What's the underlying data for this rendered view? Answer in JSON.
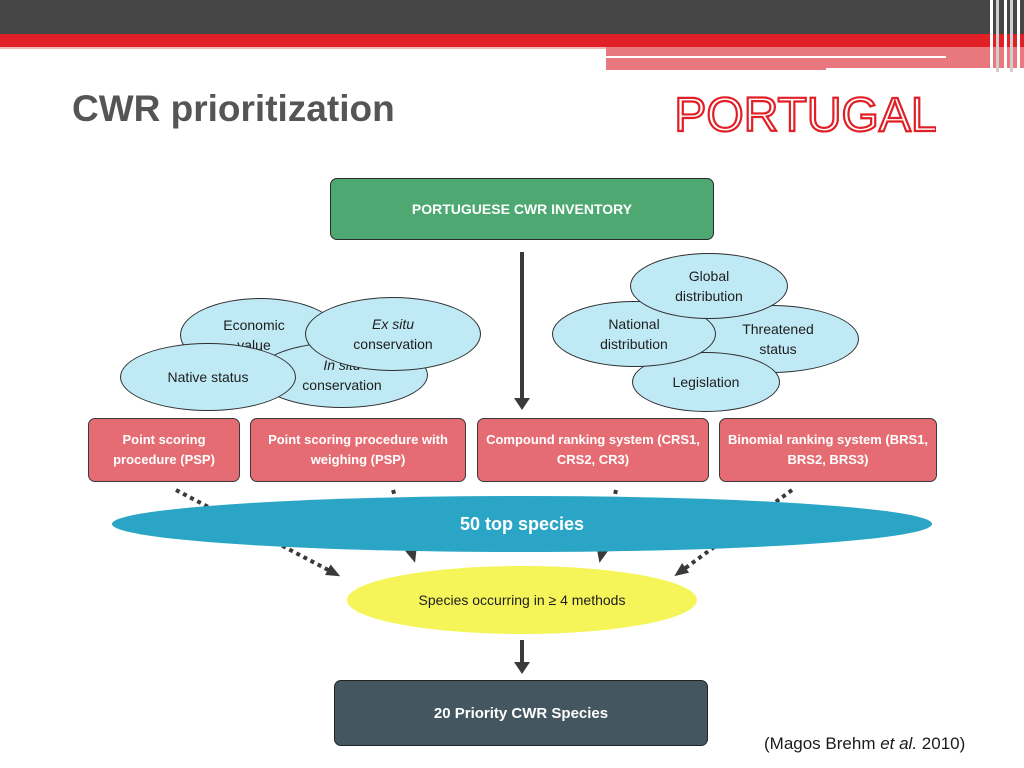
{
  "slide": {
    "title": "CWR prioritization",
    "country": "PORTUGAL",
    "citation": {
      "pre": "(Magos Brehm ",
      "italic": "et al.",
      "post": " 2010)"
    }
  },
  "diagram": {
    "inventory": "PORTUGUESE CWR INVENTORY",
    "left_criteria": {
      "economic_value": "Economic value",
      "ex_situ": {
        "italic": "Ex situ",
        "rest": "conservation"
      },
      "in_situ": {
        "italic": "In situ",
        "rest": "conservation"
      },
      "native_status": "Native status"
    },
    "right_criteria": {
      "global_distribution": "Global distribution",
      "national_distribution": "National distribution",
      "threatened_status": "Threatened status",
      "legislation": "Legislation"
    },
    "methods": [
      {
        "label": "Point scoring procedure (PSP)"
      },
      {
        "label": "Point scoring procedure with weighing (PSP)"
      },
      {
        "label": "Compound ranking system (CRS1, CRS2, CR3)"
      },
      {
        "label": "Binomial ranking system (BRS1, BRS2, BRS3)"
      }
    ],
    "top_species": "50 top species",
    "occurring": "Species occurring in ≥ 4 methods",
    "final": "20 Priority CWR Species"
  },
  "colors": {
    "inventory_fill": "#4ea872",
    "method_fill": "#e66c74",
    "criteria_fill": "#bfeaf5",
    "band_fill": "#2ba5c5",
    "occurring_fill": "#f5f55a",
    "final_fill": "#44565f",
    "accent_red": "#e11f26"
  }
}
